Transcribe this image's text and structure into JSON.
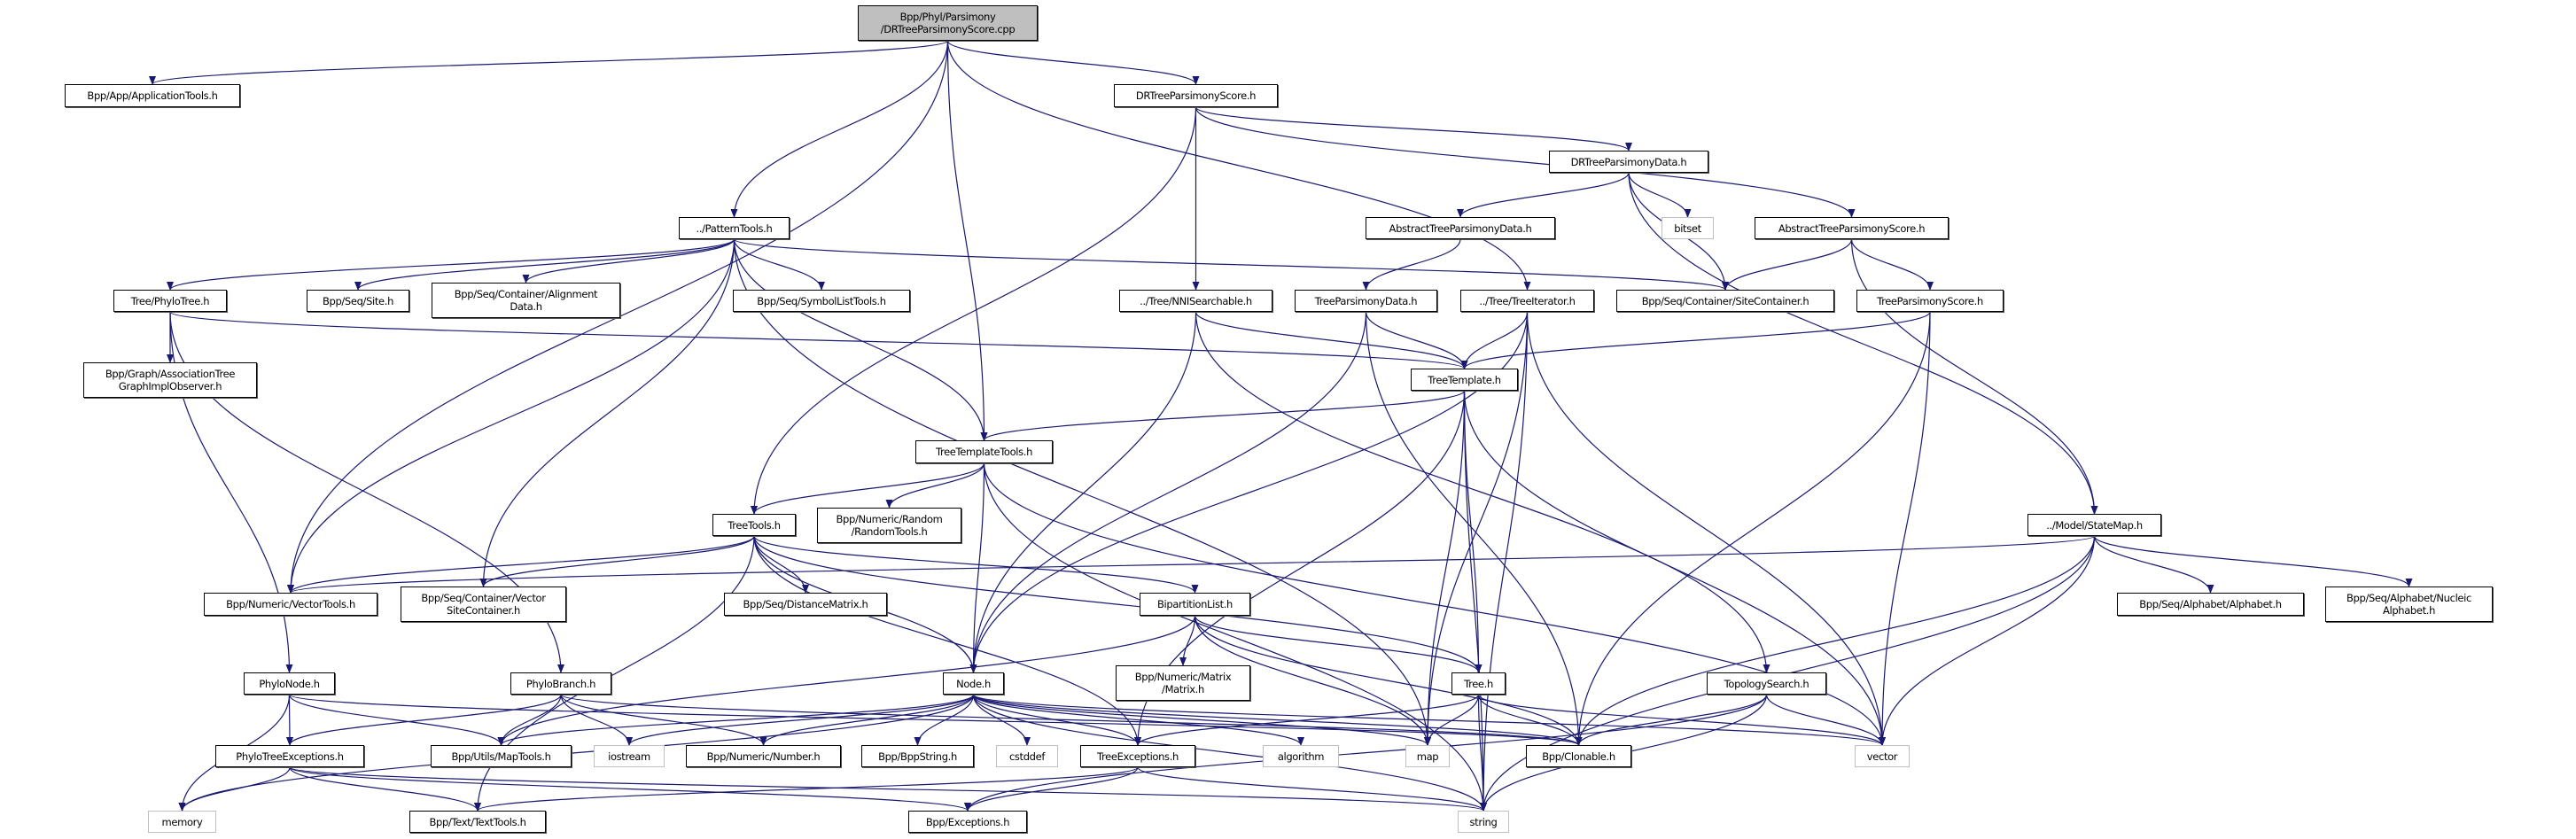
{
  "colors": {
    "edge": "#191970",
    "root_fill": "#bfbfbf",
    "system_border": "#bfbfbf",
    "node_border": "#000000"
  },
  "nodes": [
    {
      "id": "root",
      "lines": [
        "Bpp/Phyl/Parsimony",
        "/DRTreeParsimonyScore.cpp"
      ],
      "kind": "root"
    },
    {
      "id": "apptools",
      "lines": [
        "Bpp/App/ApplicationTools.h"
      ]
    },
    {
      "id": "drscore",
      "lines": [
        "DRTreeParsimonyScore.h"
      ]
    },
    {
      "id": "drdata",
      "lines": [
        "DRTreeParsimonyData.h"
      ]
    },
    {
      "id": "absdata",
      "lines": [
        "AbstractTreeParsimonyData.h"
      ]
    },
    {
      "id": "bitset",
      "lines": [
        "bitset"
      ],
      "kind": "sys"
    },
    {
      "id": "absscore",
      "lines": [
        "AbstractTreeParsimonyScore.h"
      ]
    },
    {
      "id": "pattern",
      "lines": [
        "../PatternTools.h"
      ]
    },
    {
      "id": "phylotree",
      "lines": [
        "Tree/PhyloTree.h"
      ]
    },
    {
      "id": "site",
      "lines": [
        "Bpp/Seq/Site.h"
      ]
    },
    {
      "id": "aligndata",
      "lines": [
        "Bpp/Seq/Container/Alignment",
        "Data.h"
      ]
    },
    {
      "id": "symbol",
      "lines": [
        "Bpp/Seq/SymbolListTools.h"
      ]
    },
    {
      "id": "nni",
      "lines": [
        "../Tree/NNISearchable.h"
      ]
    },
    {
      "id": "tpdata",
      "lines": [
        "TreeParsimonyData.h"
      ]
    },
    {
      "id": "treeiter",
      "lines": [
        "../Tree/TreeIterator.h"
      ]
    },
    {
      "id": "sitecont",
      "lines": [
        "Bpp/Seq/Container/SiteContainer.h"
      ]
    },
    {
      "id": "tpscore",
      "lines": [
        "TreeParsimonyScore.h"
      ]
    },
    {
      "id": "assoc",
      "lines": [
        "Bpp/Graph/AssociationTree",
        "GraphImplObserver.h"
      ]
    },
    {
      "id": "treetemplate",
      "lines": [
        "TreeTemplate.h"
      ]
    },
    {
      "id": "ttools",
      "lines": [
        "TreeTemplateTools.h"
      ]
    },
    {
      "id": "treetools",
      "lines": [
        "TreeTools.h"
      ]
    },
    {
      "id": "random",
      "lines": [
        "Bpp/Numeric/Random",
        "/RandomTools.h"
      ]
    },
    {
      "id": "statemap",
      "lines": [
        "../Model/StateMap.h"
      ]
    },
    {
      "id": "vectortools",
      "lines": [
        "Bpp/Numeric/VectorTools.h"
      ]
    },
    {
      "id": "vsitecont",
      "lines": [
        "Bpp/Seq/Container/Vector",
        "SiteContainer.h"
      ]
    },
    {
      "id": "distmat",
      "lines": [
        "Bpp/Seq/DistanceMatrix.h"
      ]
    },
    {
      "id": "bipart",
      "lines": [
        "BipartitionList.h"
      ]
    },
    {
      "id": "alphabet",
      "lines": [
        "Bpp/Seq/Alphabet/Alphabet.h"
      ]
    },
    {
      "id": "nucleic",
      "lines": [
        "Bpp/Seq/Alphabet/Nucleic",
        "Alphabet.h"
      ]
    },
    {
      "id": "phylonode",
      "lines": [
        "PhyloNode.h"
      ]
    },
    {
      "id": "phylobranch",
      "lines": [
        "PhyloBranch.h"
      ]
    },
    {
      "id": "node",
      "lines": [
        "Node.h"
      ]
    },
    {
      "id": "matrix",
      "lines": [
        "Bpp/Numeric/Matrix",
        "/Matrix.h"
      ]
    },
    {
      "id": "tree",
      "lines": [
        "Tree.h"
      ]
    },
    {
      "id": "topo",
      "lines": [
        "TopologySearch.h"
      ]
    },
    {
      "id": "ptexc",
      "lines": [
        "PhyloTreeExceptions.h"
      ]
    },
    {
      "id": "maptools",
      "lines": [
        "Bpp/Utils/MapTools.h"
      ]
    },
    {
      "id": "iostream",
      "lines": [
        "iostream"
      ],
      "kind": "sys"
    },
    {
      "id": "number",
      "lines": [
        "Bpp/Numeric/Number.h"
      ]
    },
    {
      "id": "bppstring",
      "lines": [
        "Bpp/BppString.h"
      ]
    },
    {
      "id": "cstddef",
      "lines": [
        "cstddef"
      ],
      "kind": "sys"
    },
    {
      "id": "texc",
      "lines": [
        "TreeExceptions.h"
      ]
    },
    {
      "id": "algorithm",
      "lines": [
        "algorithm"
      ],
      "kind": "sys"
    },
    {
      "id": "map",
      "lines": [
        "map"
      ],
      "kind": "sys"
    },
    {
      "id": "clonable",
      "lines": [
        "Bpp/Clonable.h"
      ]
    },
    {
      "id": "vector",
      "lines": [
        "vector"
      ],
      "kind": "sys"
    },
    {
      "id": "memory",
      "lines": [
        "memory"
      ],
      "kind": "sys"
    },
    {
      "id": "texttools",
      "lines": [
        "Bpp/Text/TextTools.h"
      ]
    },
    {
      "id": "exceptions",
      "lines": [
        "Bpp/Exceptions.h"
      ]
    },
    {
      "id": "string",
      "lines": [
        "string"
      ],
      "kind": "sys"
    }
  ],
  "edges": [
    [
      "root",
      "apptools"
    ],
    [
      "root",
      "drscore"
    ],
    [
      "root",
      "pattern"
    ],
    [
      "root",
      "ttools"
    ],
    [
      "root",
      "vectortools"
    ],
    [
      "root",
      "treeiter"
    ],
    [
      "drscore",
      "drdata"
    ],
    [
      "drscore",
      "nni"
    ],
    [
      "drscore",
      "treetools"
    ],
    [
      "drscore",
      "absscore"
    ],
    [
      "drdata",
      "absdata"
    ],
    [
      "drdata",
      "bitset"
    ],
    [
      "drdata",
      "sitecont"
    ],
    [
      "drdata",
      "statemap"
    ],
    [
      "absdata",
      "tpdata"
    ],
    [
      "absscore",
      "sitecont"
    ],
    [
      "absscore",
      "tpscore"
    ],
    [
      "absscore",
      "statemap"
    ],
    [
      "tpdata",
      "treetemplate"
    ],
    [
      "tpdata",
      "node"
    ],
    [
      "tpdata",
      "clonable"
    ],
    [
      "tpscore",
      "treetemplate"
    ],
    [
      "tpscore",
      "clonable"
    ],
    [
      "tpscore",
      "vector"
    ],
    [
      "treeiter",
      "treetemplate"
    ],
    [
      "treeiter",
      "node"
    ],
    [
      "treeiter",
      "map"
    ],
    [
      "treeiter",
      "vector"
    ],
    [
      "treeiter",
      "string"
    ],
    [
      "nni",
      "treetemplate"
    ],
    [
      "nni",
      "node"
    ],
    [
      "nni",
      "topo"
    ],
    [
      "pattern",
      "phylotree"
    ],
    [
      "pattern",
      "site"
    ],
    [
      "pattern",
      "aligndata"
    ],
    [
      "pattern",
      "symbol"
    ],
    [
      "pattern",
      "sitecont"
    ],
    [
      "pattern",
      "ttools"
    ],
    [
      "pattern",
      "vectortools"
    ],
    [
      "pattern",
      "vsitecont"
    ],
    [
      "pattern",
      "map"
    ],
    [
      "phylotree",
      "assoc"
    ],
    [
      "phylotree",
      "treetemplate"
    ],
    [
      "phylotree",
      "phylonode"
    ],
    [
      "phylotree",
      "phylobranch"
    ],
    [
      "treetemplate",
      "ttools"
    ],
    [
      "treetemplate",
      "tree"
    ],
    [
      "treetemplate",
      "map"
    ],
    [
      "treetemplate",
      "vector"
    ],
    [
      "treetemplate",
      "string"
    ],
    [
      "treetemplate",
      "texc"
    ],
    [
      "ttools",
      "treetools"
    ],
    [
      "ttools",
      "random"
    ],
    [
      "ttools",
      "node"
    ],
    [
      "ttools",
      "vector"
    ],
    [
      "ttools",
      "string"
    ],
    [
      "treetools",
      "vectortools"
    ],
    [
      "treetools",
      "vsitecont"
    ],
    [
      "treetools",
      "distmat"
    ],
    [
      "treetools",
      "bipart"
    ],
    [
      "treetools",
      "tree"
    ],
    [
      "treetools",
      "node"
    ],
    [
      "treetools",
      "texc"
    ],
    [
      "treetools",
      "texttools"
    ],
    [
      "statemap",
      "vectortools"
    ],
    [
      "statemap",
      "clonable"
    ],
    [
      "statemap",
      "alphabet"
    ],
    [
      "statemap",
      "nucleic"
    ],
    [
      "statemap",
      "vector"
    ],
    [
      "statemap",
      "string"
    ],
    [
      "bipart",
      "tree"
    ],
    [
      "bipart",
      "matrix"
    ],
    [
      "bipart",
      "map"
    ],
    [
      "bipart",
      "maptools"
    ],
    [
      "bipart",
      "clonable"
    ],
    [
      "node",
      "maptools"
    ],
    [
      "node",
      "number"
    ],
    [
      "node",
      "bppstring"
    ],
    [
      "node",
      "cstddef"
    ],
    [
      "node",
      "texc"
    ],
    [
      "node",
      "algorithm"
    ],
    [
      "node",
      "map"
    ],
    [
      "node",
      "clonable"
    ],
    [
      "node",
      "string"
    ],
    [
      "node",
      "iostream"
    ],
    [
      "node",
      "vector"
    ],
    [
      "node",
      "memory"
    ],
    [
      "tree",
      "texc"
    ],
    [
      "tree",
      "map"
    ],
    [
      "tree",
      "string"
    ],
    [
      "tree",
      "clonable"
    ],
    [
      "tree",
      "vector"
    ],
    [
      "topo",
      "clonable"
    ],
    [
      "topo",
      "vector"
    ],
    [
      "topo",
      "string"
    ],
    [
      "topo",
      "exceptions"
    ],
    [
      "phylonode",
      "memory"
    ],
    [
      "phylonode",
      "ptexc"
    ],
    [
      "phylonode",
      "maptools"
    ],
    [
      "phylonode",
      "clonable"
    ],
    [
      "phylobranch",
      "ptexc"
    ],
    [
      "phylobranch",
      "maptools"
    ],
    [
      "phylobranch",
      "iostream"
    ],
    [
      "phylobranch",
      "number"
    ],
    [
      "phylobranch",
      "clonable"
    ],
    [
      "ptexc",
      "memory"
    ],
    [
      "ptexc",
      "texttools"
    ],
    [
      "ptexc",
      "exceptions"
    ],
    [
      "ptexc",
      "string"
    ],
    [
      "texc",
      "exceptions"
    ],
    [
      "texc",
      "string"
    ],
    [
      "texc",
      "texttools"
    ]
  ]
}
